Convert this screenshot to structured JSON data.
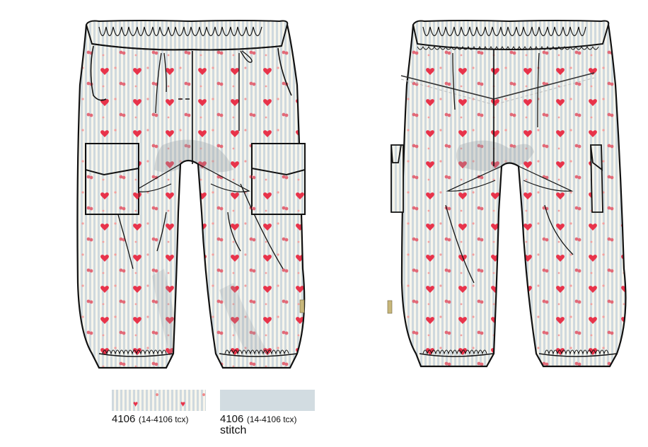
{
  "artwork": {
    "views": [
      {
        "name": "front-view"
      },
      {
        "name": "back-view"
      }
    ],
    "colors": {
      "stripe_blue": "#cfd9de",
      "stripe_cream": "#f7f5ec",
      "heart_red": "#e8334a",
      "outline": "#111111",
      "shadow": "#9aa3a8",
      "label_tag": "#c8b77a"
    }
  },
  "swatches": [
    {
      "code": "4106",
      "tcx": "(14-4106 tcx)",
      "type": "print"
    },
    {
      "code": "4106",
      "tcx": "(14-4106 tcx)",
      "type": "solid",
      "note": "stitch"
    }
  ]
}
